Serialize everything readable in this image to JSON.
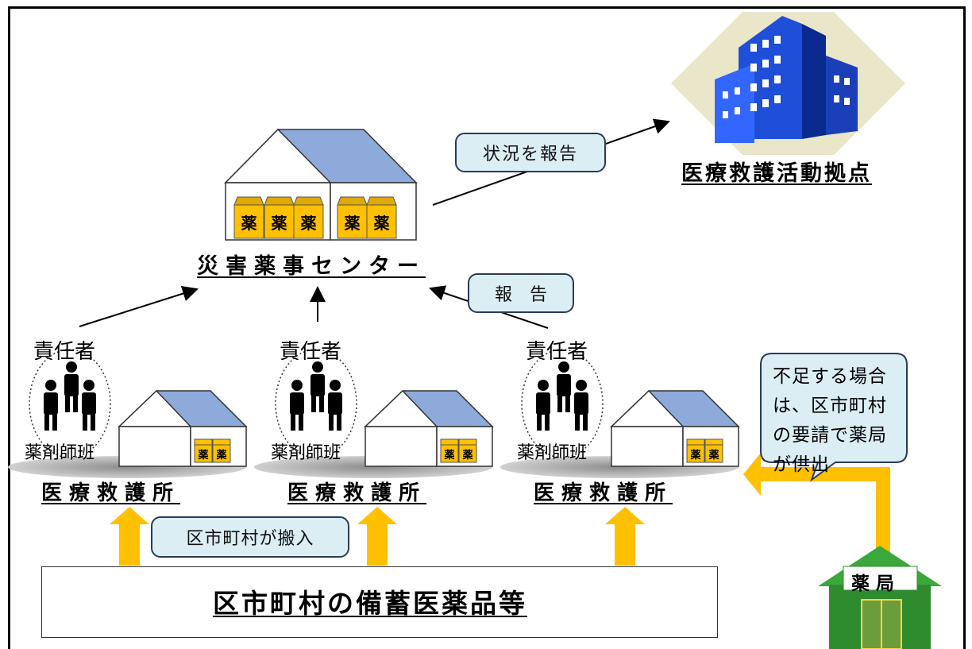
{
  "center_title": "災害薬事センター",
  "hq_title": "医療救護活動拠点",
  "bubble_report_status": "状況を報告",
  "bubble_report": "報　告",
  "bubble_municipal_carry": "区市町村が搬入",
  "bubble_shortage": "不足する場合は、区市町村の要請で薬局が供出",
  "stockpile_label": "区市町村の備蓄医薬品等",
  "pharmacy_label": "薬局",
  "medicine_char": "薬",
  "aid_stations": [
    {
      "responsible": "責任者",
      "team": "薬剤師班",
      "name": "医療救護所"
    },
    {
      "responsible": "責任者",
      "team": "薬剤師班",
      "name": "医療救護所"
    },
    {
      "responsible": "責任者",
      "team": "薬剤師班",
      "name": "医療救護所"
    }
  ],
  "colors": {
    "roof": "#8eaadb",
    "box": "#ffc000",
    "arrow_yellow": "#ffc000",
    "building_blue": "#1f4fd8",
    "pharmacy_green": "#2e8b2e",
    "bubble_fill": "#dbeef4"
  }
}
